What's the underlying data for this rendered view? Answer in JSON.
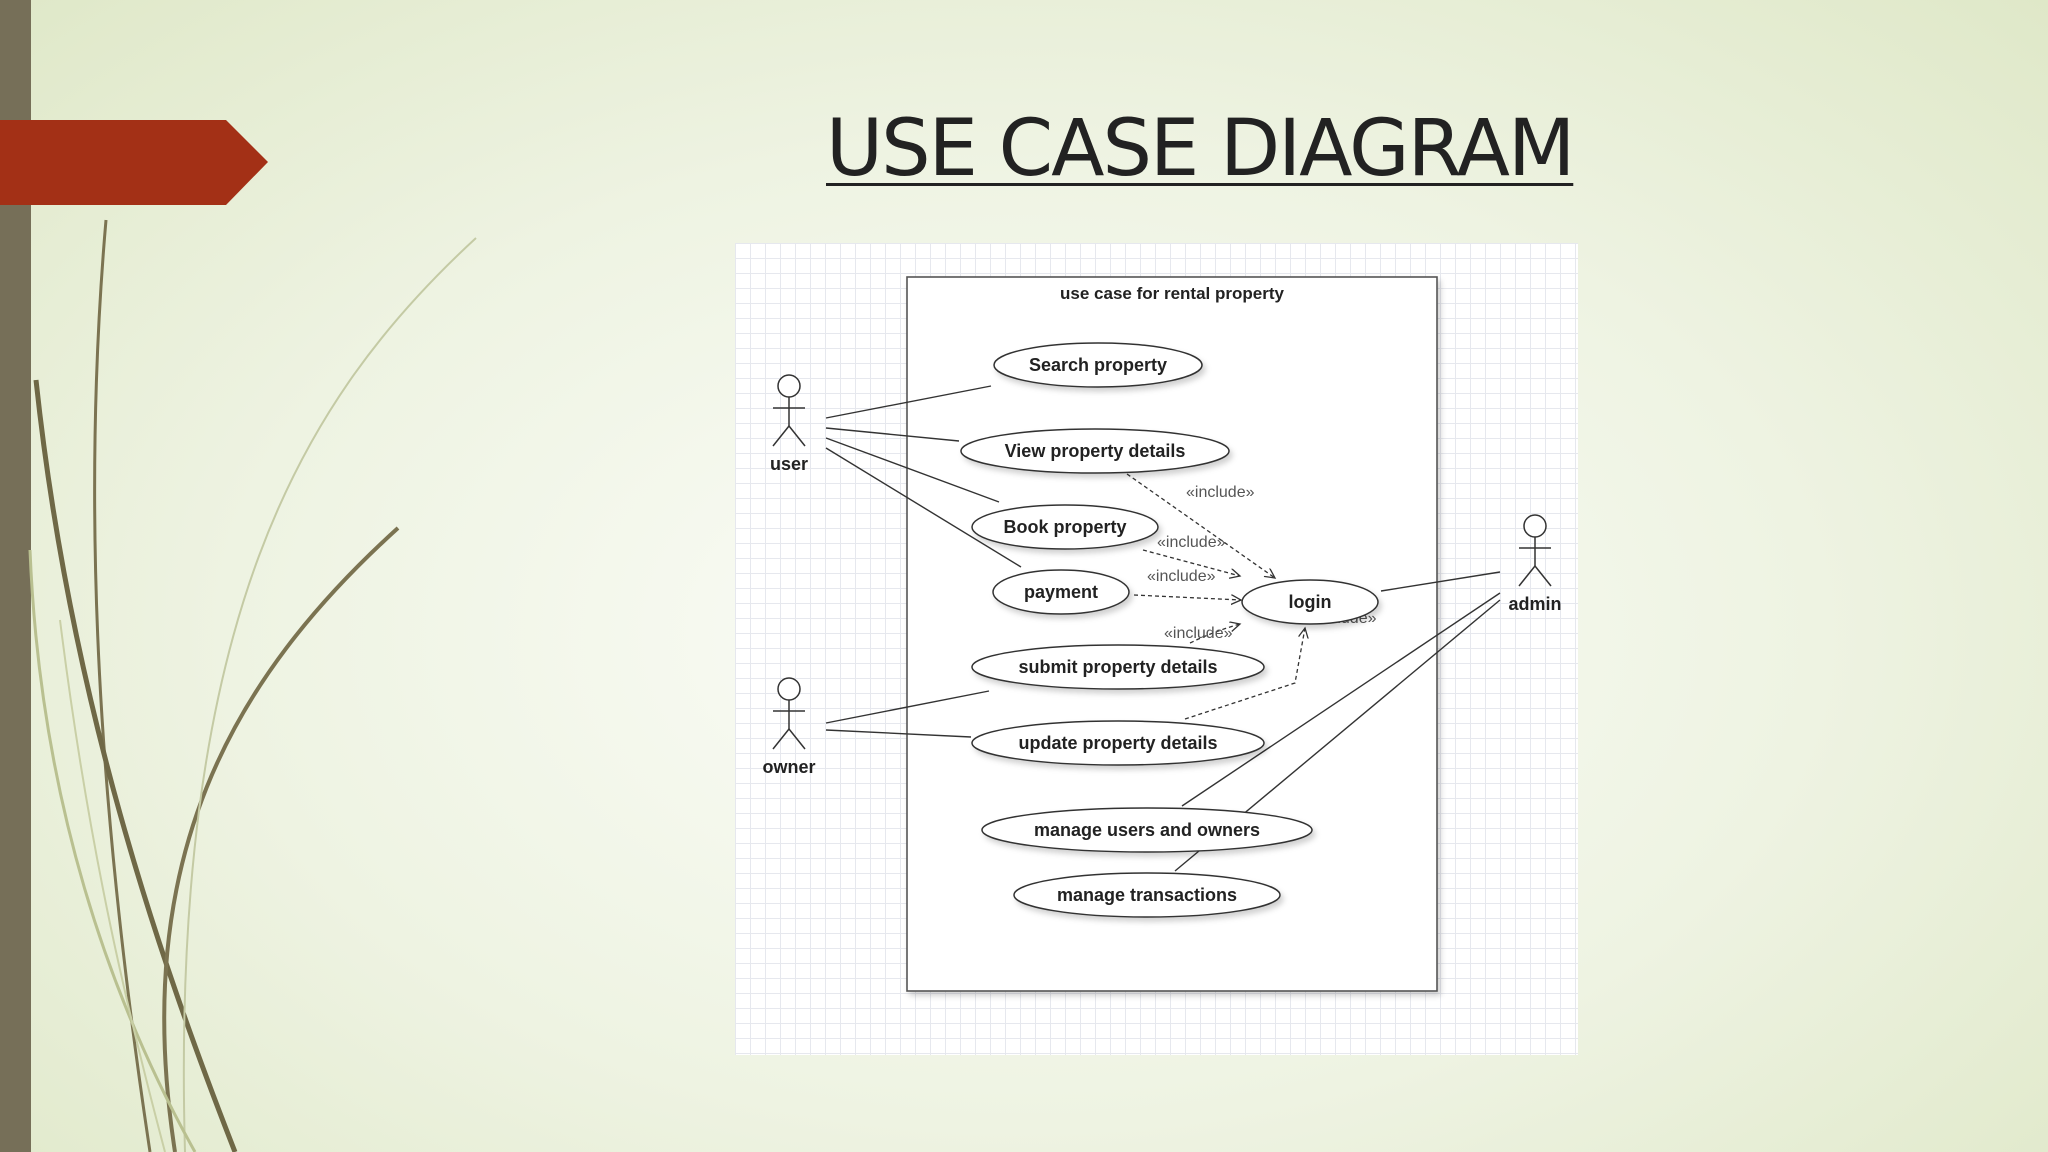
{
  "slide": {
    "title": "USE CASE DIAGRAM",
    "accent_color": "#a33016",
    "sidebar_color": "#766f58"
  },
  "diagram": {
    "system_title": "use case for rental property",
    "actors": {
      "user": "user",
      "owner": "owner",
      "admin": "admin"
    },
    "use_cases": {
      "search": "Search property",
      "view": "View property details",
      "book": "Book property",
      "payment": "payment",
      "login": "login",
      "submit": "submit property details",
      "update": "update property details",
      "manage_users": "manage users and owners",
      "manage_transactions": "manage transactions"
    },
    "relations": {
      "include_view_login": "«include»",
      "include_book_login": "«include»",
      "include_payment_login": "«include»",
      "include_submit_login": "«include»",
      "include_update_login": "«include»"
    }
  }
}
